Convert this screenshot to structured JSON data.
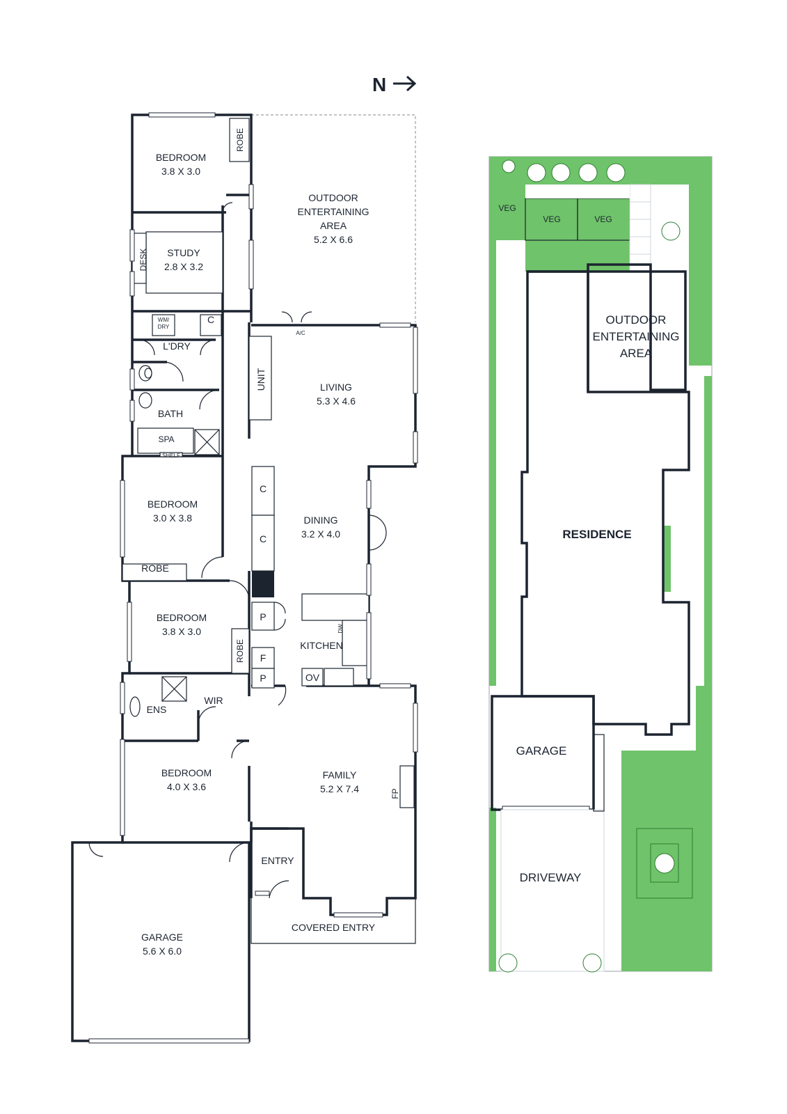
{
  "compass": {
    "label": "N"
  },
  "floorplan": {
    "rooms": {
      "bedroom_ne": {
        "name": "BEDROOM",
        "size": "3.8 X 3.0"
      },
      "robe_ne": "ROBE",
      "outdoor": {
        "line1": "OUTDOOR",
        "line2": "ENTERTAINING",
        "line3": "AREA",
        "size": "5.2 X 6.6"
      },
      "study": {
        "name": "STUDY",
        "size": "2.8 X 3.2"
      },
      "desk": "DESK",
      "wm_dry": {
        "line1": "WM/",
        "line2": "DRY"
      },
      "laundry_c": "C",
      "laundry": "L'DRY",
      "ac": "A/C",
      "unit": "UNIT",
      "living": {
        "name": "LIVING",
        "size": "5.3 X 4.6"
      },
      "bath": "BATH",
      "spa": "SPA",
      "shelf": "SHELF",
      "bedroom_2": {
        "name": "BEDROOM",
        "size": "3.0 X 3.8"
      },
      "robe_2": "ROBE",
      "cupboard_1": "C",
      "cupboard_2": "C",
      "dining": {
        "name": "DINING",
        "size": "3.2 X 4.0"
      },
      "bedroom_3": {
        "name": "BEDROOM",
        "size": "3.8 X 3.0"
      },
      "robe_3": "ROBE",
      "pantry_1": "P",
      "fridge": "F",
      "pantry_2": "P",
      "dw": "DW",
      "kitchen": "KITCHEN",
      "ov": "OV",
      "ens": "ENS",
      "wir": "WIR",
      "bedroom_4": {
        "name": "BEDROOM",
        "size": "4.0 X 3.6"
      },
      "family": {
        "name": "FAMILY",
        "size": "5.2 X 7.4"
      },
      "fp": "FP",
      "entry": "ENTRY",
      "covered_entry": "COVERED ENTRY",
      "garage": {
        "name": "GARAGE",
        "size": "5.6 X 6.0"
      }
    }
  },
  "siteplan": {
    "veg": [
      "VEG",
      "VEG",
      "VEG"
    ],
    "outdoor": {
      "line1": "OUTDOOR",
      "line2": "ENTERTAINING",
      "line3": "AREA"
    },
    "residence": "RESIDENCE",
    "garage": "GARAGE",
    "driveway": "DRIVEWAY"
  },
  "colors": {
    "walls": "#1c2430",
    "grass": "#6fc36a",
    "tree_outline": "#2f7d32"
  }
}
